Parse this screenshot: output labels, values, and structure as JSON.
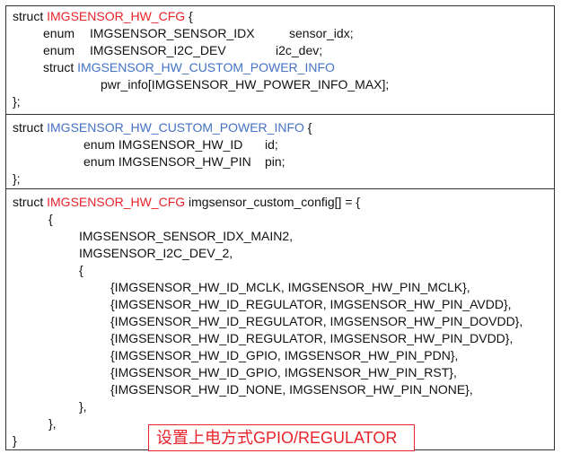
{
  "block1": {
    "l1_kw": "struct ",
    "l1_type": "IMGSENSOR_HW_CFG",
    "l1_tail": " {",
    "l2_kw": "enum",
    "l2_type": "IMGSENSOR_SENSOR_IDX",
    "l2_name": "sensor_idx;",
    "l3_kw": "enum",
    "l3_type": "IMGSENSOR_I2C_DEV",
    "l3_name": "i2c_dev;",
    "l4_kw": "struct ",
    "l4_type": "IMGSENSOR_HW_CUSTOM_POWER_INFO",
    "l5": "pwr_info[IMGSENSOR_HW_POWER_INFO_MAX];",
    "l6": "};"
  },
  "block2": {
    "l1_kw": "struct ",
    "l1_type": "IMGSENSOR_HW_CUSTOM_POWER_INFO",
    "l1_tail": " {",
    "l2_type": "enum IMGSENSOR_HW_ID",
    "l2_name": "id;",
    "l3_type": "enum IMGSENSOR_HW_PIN",
    "l3_name": "pin;",
    "l4": "};"
  },
  "block3": {
    "l1_kw": "struct ",
    "l1_type": "IMGSENSOR_HW_CFG",
    "l1_tail": " imgsensor_custom_config[] = {",
    "l2": "{",
    "l3": "IMGSENSOR_SENSOR_IDX_MAIN2,",
    "l4": "IMGSENSOR_I2C_DEV_2,",
    "l5": "{",
    "pins": [
      "{IMGSENSOR_HW_ID_MCLK, IMGSENSOR_HW_PIN_MCLK},",
      "{IMGSENSOR_HW_ID_REGULATOR, IMGSENSOR_HW_PIN_AVDD},",
      "{IMGSENSOR_HW_ID_REGULATOR, IMGSENSOR_HW_PIN_DOVDD},",
      "{IMGSENSOR_HW_ID_REGULATOR, IMGSENSOR_HW_PIN_DVDD},",
      "{IMGSENSOR_HW_ID_GPIO, IMGSENSOR_HW_PIN_PDN},",
      "{IMGSENSOR_HW_ID_GPIO, IMGSENSOR_HW_PIN_RST},",
      "{IMGSENSOR_HW_ID_NONE, IMGSENSOR_HW_PIN_NONE},"
    ],
    "l13": "},",
    "l14": "},",
    "l15": "}"
  },
  "annotation": "设置上电方式GPIO/REGULATOR",
  "colors": {
    "type_red": "#e8242a",
    "type_blue": "#4472c4",
    "border": "#333333"
  }
}
